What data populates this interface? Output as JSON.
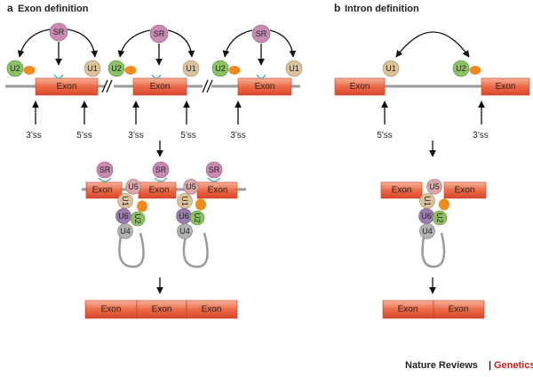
{
  "panel_a": {
    "letter": "a",
    "title": "Exon definition",
    "exon_label": "Exon",
    "sr_label": "SR",
    "u1_label": "U1",
    "u2_label": "U2",
    "u4_label": "U4",
    "u5_label": "U5",
    "u6_label": "U6",
    "ss3_label": "3’ss",
    "ss5_label": "5’ss"
  },
  "panel_b": {
    "letter": "b",
    "title": "Intron definition",
    "exon_label": "Exon",
    "u1_label": "U1",
    "u2_label": "U2",
    "u4_label": "U4",
    "u5_label": "U5",
    "u6_label": "U6",
    "ss3_label": "3’ss",
    "ss5_label": "5’ss"
  },
  "credit": {
    "journal": "Nature Reviews",
    "separator": "|",
    "section": "Genetics"
  },
  "colors": {
    "exon": "#e8563a",
    "exon_light": "#f7b9a0",
    "rna_line": "#9a9a9a",
    "sr": "#c98bb4",
    "u1": "#dcc29c",
    "u2": "#8cc264",
    "u4": "#b2b2b2",
    "u5": "#d9a5a8",
    "u6": "#9a7cb0",
    "orange_factor": "#f08a1e",
    "credit_red": "#cc1f1f"
  }
}
